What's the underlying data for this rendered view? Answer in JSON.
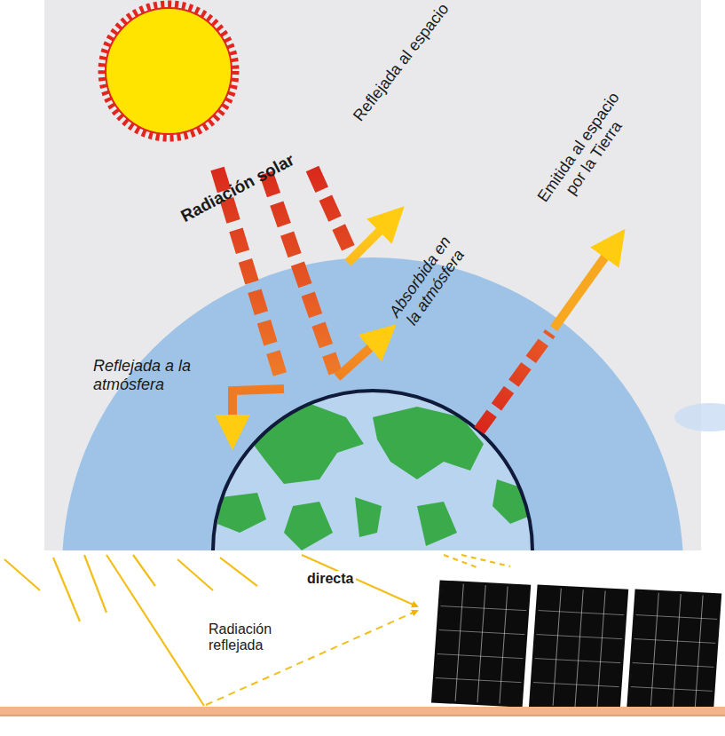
{
  "diagram": {
    "labels": [
      "Radiación solar",
      "Reflejada al espacio",
      "Absorbida en la atmósfera",
      "Emitida al espacio por la Tierra",
      "Reflejada a la atmósfera",
      "directa",
      "Radiación reflejada"
    ]
  }
}
